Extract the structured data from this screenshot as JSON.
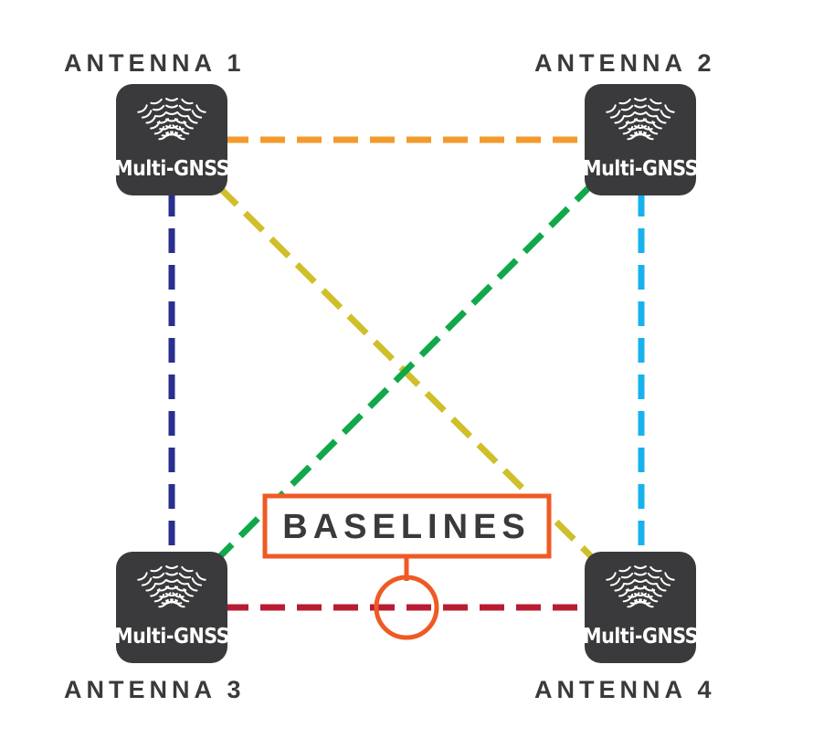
{
  "colors": {
    "box": "#3a3a3c",
    "box_text": "#ffffff",
    "label_text": "#3a3a3c",
    "callout": "#ef5a24",
    "line_1_2": "#f39a2c",
    "line_1_3": "#2a2f8f",
    "line_1_4": "#cfbf2a",
    "line_2_3": "#10a84a",
    "line_2_4": "#17b2ee",
    "line_3_4": "#b81c33"
  },
  "antennas": [
    {
      "label": "ANTENNA 1",
      "box_text": "Multi-GNSS",
      "icon": "gnss-signal-icon"
    },
    {
      "label": "ANTENNA 2",
      "box_text": "Multi-GNSS",
      "icon": "gnss-signal-icon"
    },
    {
      "label": "ANTENNA 3",
      "box_text": "Multi-GNSS",
      "icon": "gnss-signal-icon"
    },
    {
      "label": "ANTENNA 4",
      "box_text": "Multi-GNSS",
      "icon": "gnss-signal-icon"
    }
  ],
  "baselines": [
    {
      "from": "ANTENNA 1",
      "to": "ANTENNA 2",
      "color": "#f39a2c"
    },
    {
      "from": "ANTENNA 1",
      "to": "ANTENNA 3",
      "color": "#2a2f8f"
    },
    {
      "from": "ANTENNA 1",
      "to": "ANTENNA 4",
      "color": "#cfbf2a"
    },
    {
      "from": "ANTENNA 2",
      "to": "ANTENNA 3",
      "color": "#10a84a"
    },
    {
      "from": "ANTENNA 2",
      "to": "ANTENNA 4",
      "color": "#17b2ee"
    },
    {
      "from": "ANTENNA 3",
      "to": "ANTENNA 4",
      "color": "#b81c33"
    }
  ],
  "callout": {
    "label": "BASELINES"
  }
}
